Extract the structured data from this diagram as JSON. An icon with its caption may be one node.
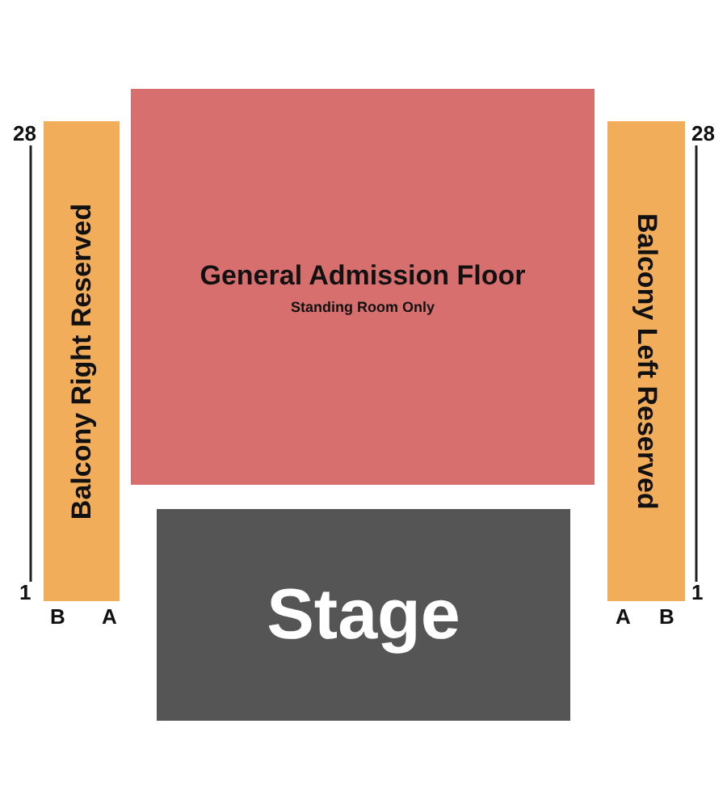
{
  "diagram": {
    "nodes": [
      {
        "text": [
          "Balcony Right Reserved"
        ]
      },
      {
        "text": [
          "General Admission Floor",
          "Standing Room Only"
        ]
      },
      {
        "text": [
          "Balcony Left Reserved"
        ]
      },
      {
        "text": [
          "Stage"
        ]
      }
    ],
    "labels": [
      "28",
      "28",
      "1",
      "1",
      "B",
      "A",
      "A",
      "B"
    ]
  }
}
